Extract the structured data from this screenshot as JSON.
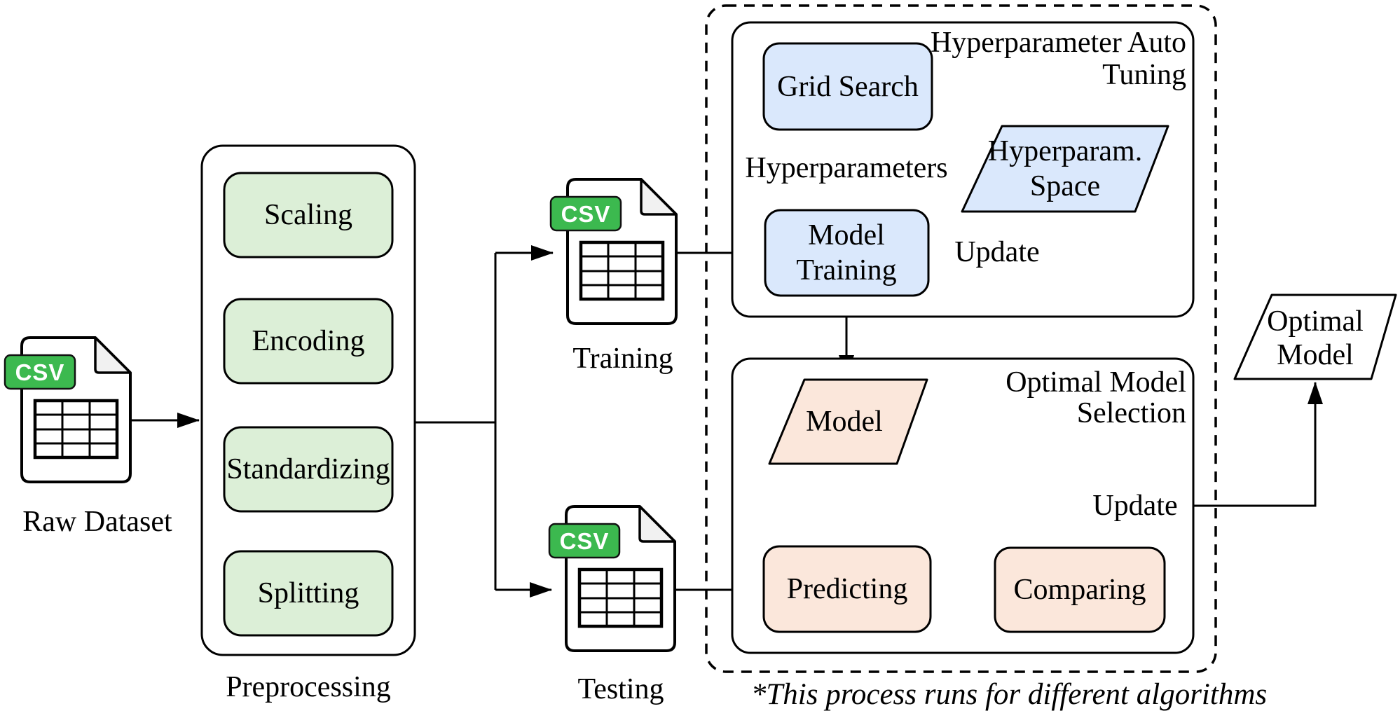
{
  "diagram": {
    "colors": {
      "green_fill": "#DCEFD7",
      "blue_fill": "#DAE8FC",
      "peach_fill": "#FBE7DB",
      "csv_green": "#3CB94F",
      "fold_gray": "#F1F1F1",
      "stroke": "#000000"
    },
    "csv_badge": "CSV",
    "nodes": {
      "raw_dataset": {
        "caption": "Raw Dataset"
      },
      "preprocessing": {
        "caption": "Preprocessing",
        "steps": [
          "Scaling",
          "Encoding",
          "Standardizing",
          "Splitting"
        ]
      },
      "training_csv": {
        "caption": "Training"
      },
      "testing_csv": {
        "caption": "Testing"
      },
      "hyperparameter_tuning_group": {
        "title_lines": [
          "Hyperparameter Auto",
          "Tuning"
        ]
      },
      "grid_search": {
        "label": "Grid Search"
      },
      "model_training": {
        "lines": [
          "Model",
          "Training"
        ]
      },
      "hyperparam_space": {
        "lines": [
          "Hyperparam.",
          "Space"
        ]
      },
      "optimal_model_selection_group": {
        "title_lines": [
          "Optimal Model",
          "Selection"
        ]
      },
      "model": {
        "label": "Model"
      },
      "predicting": {
        "label": "Predicting"
      },
      "comparing": {
        "label": "Comparing"
      },
      "optimal_model": {
        "lines": [
          "Optimal",
          "Model"
        ]
      }
    },
    "edge_labels": {
      "hyperparameters": "Hyperparameters",
      "update_space": "Update",
      "update_optimal": "Update"
    },
    "footnote": "*This process runs for different algorithms"
  }
}
